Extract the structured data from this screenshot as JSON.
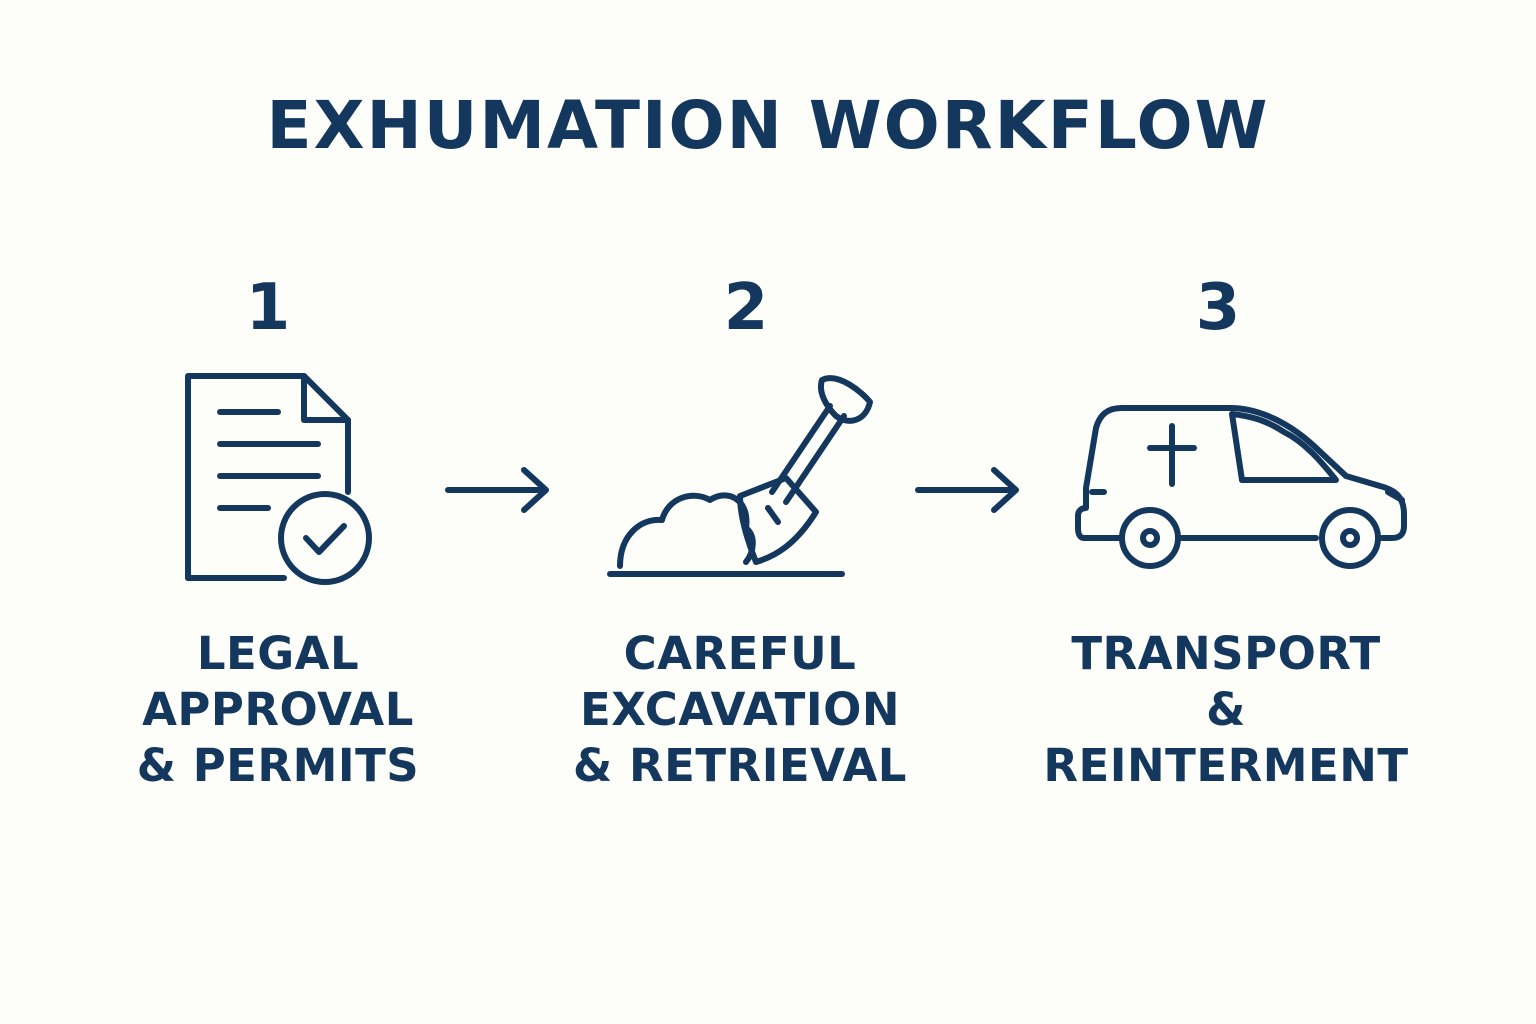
{
  "title": "EXHUMATION WORKFLOW",
  "accent_color": "#14375e",
  "background_color": "#fdfdf9",
  "steps": [
    {
      "number": "1",
      "icon": "document-check-icon",
      "label_lines": [
        "LEGAL",
        "APPROVAL",
        "& PERMITS"
      ]
    },
    {
      "number": "2",
      "icon": "shovel-icon",
      "label_lines": [
        "CAREFUL",
        "EXCAVATION",
        "& RETRIEVAL"
      ]
    },
    {
      "number": "3",
      "icon": "hearse-icon",
      "label_lines": [
        "TRANSPORT",
        "& REINTERMENT"
      ]
    }
  ],
  "connectors": [
    "arrow-right-icon",
    "arrow-right-icon"
  ]
}
